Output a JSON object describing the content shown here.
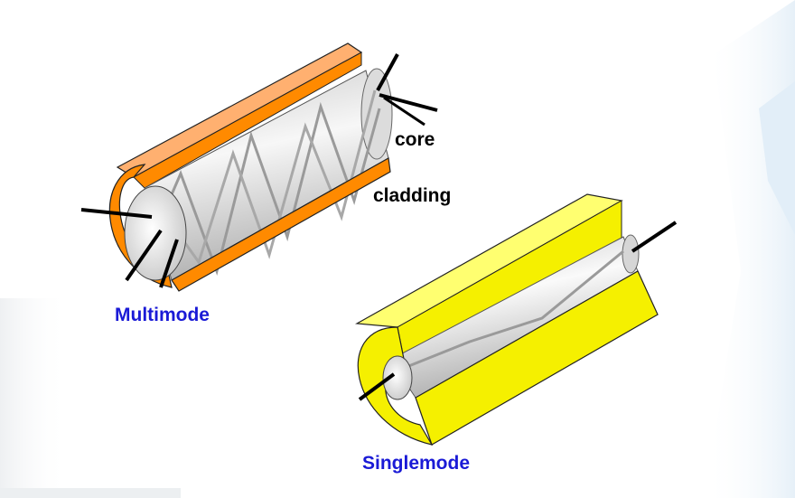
{
  "labels": {
    "core": "core",
    "cladding": "cladding",
    "multimode": "Multimode",
    "singlemode": "Singlemode"
  },
  "colors": {
    "multimode_jacket": "#ff8a00",
    "multimode_jacket_top": "#ffb070",
    "singlemode_jacket": "#f5f000",
    "singlemode_jacket_top": "#ffff70",
    "core_light": "#f4f4f4",
    "core_shade": "#b8b8b8",
    "ray": "#9a9a9a",
    "label_blue": "#1a1ad6",
    "label_black": "#000000"
  },
  "icons": {
    "multimode": "multimode-fiber-illustration",
    "singlemode": "singlemode-fiber-illustration"
  }
}
